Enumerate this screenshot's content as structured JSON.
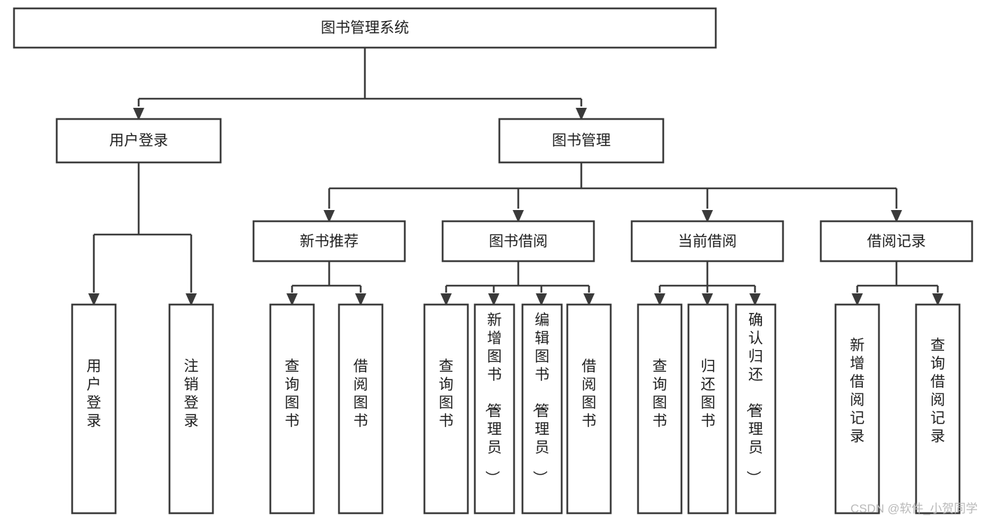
{
  "diagram": {
    "type": "tree",
    "orientation": "top-down",
    "root": {
      "id": "root",
      "label": "图书管理系统",
      "level": 0,
      "orientation": "horizontal"
    },
    "level1": [
      {
        "id": "user-login",
        "label": "用户登录",
        "level": 1,
        "orientation": "horizontal"
      },
      {
        "id": "book-management",
        "label": "图书管理",
        "level": 1,
        "orientation": "horizontal"
      }
    ],
    "level2": [
      {
        "id": "new-book-recommend",
        "label": "新书推荐",
        "level": 2,
        "orientation": "horizontal",
        "parent": "book-management"
      },
      {
        "id": "book-borrow",
        "label": "图书借阅",
        "level": 2,
        "orientation": "horizontal",
        "parent": "book-management"
      },
      {
        "id": "current-borrow",
        "label": "当前借阅",
        "level": 2,
        "orientation": "horizontal",
        "parent": "book-management"
      },
      {
        "id": "borrow-record",
        "label": "借阅记录",
        "level": 2,
        "orientation": "horizontal",
        "parent": "book-management"
      }
    ],
    "leaves": [
      {
        "id": "leaf-user-login",
        "label": "用户登录",
        "parent": "user-login",
        "orientation": "vertical"
      },
      {
        "id": "leaf-user-logout",
        "label": "注销登录",
        "parent": "user-login",
        "orientation": "vertical"
      },
      {
        "id": "leaf-query-book-1",
        "label": "查询图书",
        "parent": "new-book-recommend",
        "orientation": "vertical"
      },
      {
        "id": "leaf-borrow-book-1",
        "label": "借阅图书",
        "parent": "new-book-recommend",
        "orientation": "vertical"
      },
      {
        "id": "leaf-query-book-2",
        "label": "查询图书",
        "parent": "book-borrow",
        "orientation": "vertical"
      },
      {
        "id": "leaf-add-book",
        "label": "新增图书（管理员）",
        "parent": "book-borrow",
        "orientation": "vertical"
      },
      {
        "id": "leaf-edit-book",
        "label": "编辑图书（管理员）",
        "parent": "book-borrow",
        "orientation": "vertical"
      },
      {
        "id": "leaf-borrow-book-2",
        "label": "借阅图书",
        "parent": "book-borrow",
        "orientation": "vertical"
      },
      {
        "id": "leaf-query-book-3",
        "label": "查询图书",
        "parent": "current-borrow",
        "orientation": "vertical"
      },
      {
        "id": "leaf-return-book",
        "label": "归还图书",
        "parent": "current-borrow",
        "orientation": "vertical"
      },
      {
        "id": "leaf-confirm-return",
        "label": "确认归还（管理员）",
        "parent": "current-borrow",
        "orientation": "vertical"
      },
      {
        "id": "leaf-add-record",
        "label": "新增借阅记录",
        "parent": "borrow-record",
        "orientation": "vertical"
      },
      {
        "id": "leaf-query-record",
        "label": "查询借阅记录",
        "parent": "borrow-record",
        "orientation": "vertical"
      }
    ],
    "colors": {
      "box_stroke": "#3a3a3a",
      "box_fill": "#ffffff",
      "text": "#1f1f1f",
      "connector": "#3a3a3a",
      "background": "#ffffff",
      "watermark": "#b9b9b9"
    }
  },
  "watermark": {
    "text": "CSDN @软件_小贺同学"
  }
}
